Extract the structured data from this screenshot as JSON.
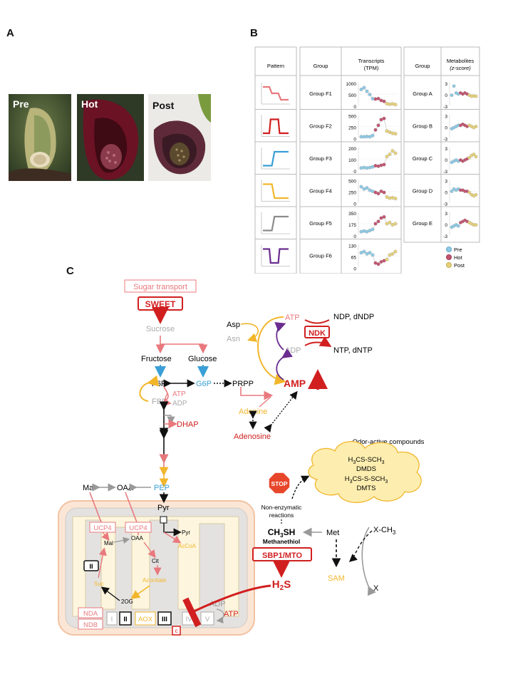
{
  "panel_labels": {
    "a": "A",
    "b": "B",
    "c": "C"
  },
  "panel_a": {
    "photos": [
      "Pre",
      "Hot",
      "Post"
    ]
  },
  "panel_b": {
    "headers": {
      "pattern": "Pattern",
      "group": "Group",
      "transcripts": [
        "Transcripts",
        "(TPM)"
      ],
      "group2": "Group",
      "metabolites": [
        "Metabolites",
        "(z-score)"
      ]
    },
    "pattern_colors": [
      "#e8797d",
      "#d11f1f",
      "#3a9fd6",
      "#f2b62b",
      "#8c8c8c",
      "#6a2d8f"
    ],
    "transcript_groups": [
      {
        "name": "Group F1",
        "ticks": [
          "1000",
          "500",
          "0"
        ],
        "values": [
          0.7,
          0.78,
          0.62,
          0.48,
          0.3,
          0.28,
          0.3,
          0.22,
          0.18,
          0.08,
          0.05,
          0.07,
          0.04
        ]
      },
      {
        "name": "Group F2",
        "ticks": [
          "500",
          "250",
          "0"
        ],
        "values": [
          0.05,
          0.05,
          0.06,
          0.05,
          0.1,
          0.35,
          0.55,
          0.8,
          0.85,
          0.3,
          0.25,
          0.2,
          0.18
        ]
      },
      {
        "name": "Group F3",
        "ticks": [
          "200",
          "100",
          "0"
        ],
        "values": [
          0.1,
          0.12,
          0.1,
          0.12,
          0.15,
          0.2,
          0.18,
          0.22,
          0.25,
          0.6,
          0.7,
          0.85,
          0.75
        ]
      },
      {
        "name": "Group F4",
        "ticks": [
          "500",
          "250",
          "0"
        ],
        "values": [
          0.7,
          0.6,
          0.65,
          0.55,
          0.5,
          0.45,
          0.4,
          0.5,
          0.45,
          0.25,
          0.2,
          0.22,
          0.18
        ]
      },
      {
        "name": "Group F5",
        "ticks": [
          "350",
          "175",
          "0"
        ],
        "values": [
          0.15,
          0.18,
          0.15,
          0.2,
          0.25,
          0.5,
          0.6,
          0.75,
          0.8,
          0.5,
          0.55,
          0.45,
          0.5
        ]
      },
      {
        "name": "Group F6",
        "ticks": [
          "130",
          "65",
          "0"
        ],
        "values": [
          0.65,
          0.7,
          0.6,
          0.65,
          0.55,
          0.2,
          0.15,
          0.25,
          0.3,
          0.35,
          0.55,
          0.6,
          0.7
        ]
      }
    ],
    "metabolite_groups": [
      {
        "name": "Group A",
        "ticks": [
          "3",
          "0",
          "-3"
        ],
        "values": [
          0.45,
          0.85,
          0.55,
          0.5,
          0.55,
          0.5,
          0.55,
          0.5,
          0.45,
          0.4,
          0.42,
          0.4
        ]
      },
      {
        "name": "Group B",
        "ticks": [
          "3",
          "0",
          "-3"
        ],
        "values": [
          0.4,
          0.45,
          0.5,
          0.55,
          0.55,
          0.6,
          0.55,
          0.5,
          0.55,
          0.5,
          0.45,
          0.5
        ]
      },
      {
        "name": "Group C",
        "ticks": [
          "3",
          "0",
          "-3"
        ],
        "values": [
          0.35,
          0.4,
          0.45,
          0.4,
          0.45,
          0.4,
          0.45,
          0.5,
          0.55,
          0.65,
          0.7,
          0.6
        ]
      },
      {
        "name": "Group D",
        "ticks": [
          "3",
          "0",
          "-3"
        ],
        "values": [
          0.5,
          0.6,
          0.55,
          0.6,
          0.55,
          0.55,
          0.5,
          0.5,
          0.45,
          0.35,
          0.3,
          0.35
        ]
      },
      {
        "name": "Group E",
        "ticks": [
          "3",
          "0",
          "-3"
        ],
        "values": [
          0.35,
          0.4,
          0.45,
          0.4,
          0.55,
          0.6,
          0.65,
          0.6,
          0.55,
          0.5,
          0.45,
          0.45
        ]
      }
    ],
    "dot_colors": {
      "Pre": "#8ecae6",
      "Hot": "#c2546f",
      "Post": "#e6d27a"
    },
    "legend": [
      "Pre",
      "Hot",
      "Post"
    ]
  },
  "panel_c": {
    "sugar_transport": "Sugar transport",
    "sweet": "SWEET",
    "sucrose": "Sucrose",
    "fructose": "Fructose",
    "glucose": "Glucose",
    "f6p": "F6P",
    "g6p": "G6P",
    "prpp": "PRPP",
    "fbp": "FBP",
    "atp": "ATP",
    "adp": "ADP",
    "dhap": "DHAP",
    "amp": "AMP",
    "adenine": "Adenine",
    "adenosine": "Adenosine",
    "asp": "Asp",
    "asn": "Asn",
    "ndk": "NDK",
    "ndp_dndp": "NDP, dNDP",
    "ntp_dntp": "NTP, dNTP",
    "odor_title": "Odor-active compounds",
    "dmds": "DMDS",
    "dmts": "DMTS",
    "stop": "STOP",
    "non_enzymatic": [
      "Non-enzymatic",
      "reactions"
    ],
    "methanethiol": "Methanethiol",
    "met": "Met",
    "x_ch3": "X-CH",
    "x": "X",
    "sam": "SAM",
    "sbp1": "SBP1/MTO",
    "mal": "Mal",
    "oaa": "OAA",
    "pep": "PEP",
    "pyr": "Pyr",
    "ucp4": "UCP4",
    "acoa": "AcCoA",
    "cit": "Cit",
    "aconitate": "Aconitate",
    "suc": "Suc",
    "two_og": "2OG",
    "nda": "NDA",
    "ndb": "NDB",
    "aox": "AOX",
    "complexes": [
      "I",
      "II",
      "III",
      "IV",
      "V"
    ],
    "c": "c"
  }
}
